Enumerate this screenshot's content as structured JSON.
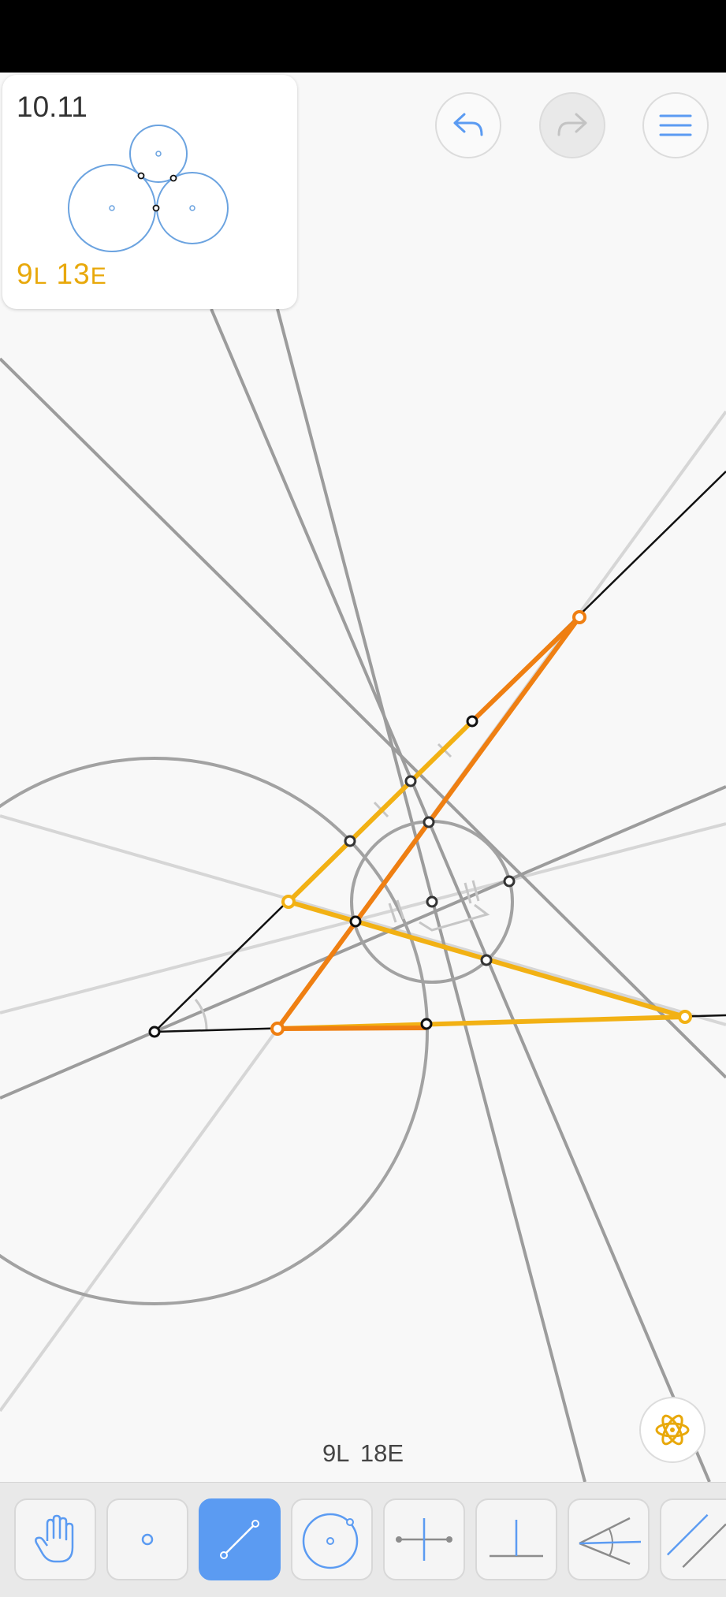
{
  "level": {
    "number": "10.11",
    "target_L": "9",
    "target_L_unit": "L",
    "target_E": "13",
    "target_E_unit": "E"
  },
  "move_counter": "9L  18E",
  "buttons": {
    "undo": "undo-icon",
    "redo": "redo-icon",
    "menu": "menu-icon",
    "hint": "atom-hint-icon"
  },
  "tools": [
    {
      "name": "move",
      "icon": "hand-icon",
      "active": false
    },
    {
      "name": "point",
      "icon": "point-icon",
      "active": false
    },
    {
      "name": "line",
      "icon": "line-icon",
      "active": true
    },
    {
      "name": "circle",
      "icon": "circle-icon",
      "active": false
    },
    {
      "name": "perpendicular-bisector",
      "icon": "perpendicular-bisector-icon",
      "active": false
    },
    {
      "name": "perpendicular",
      "icon": "perpendicular-icon",
      "active": false
    },
    {
      "name": "angle-bisector",
      "icon": "angle-bisector-icon",
      "active": false
    },
    {
      "name": "parallel",
      "icon": "parallel-icon",
      "active": false
    }
  ],
  "colors": {
    "accent_blue": "#5b9bf2",
    "gold": "#e8a80a",
    "orange": "#ef7f12",
    "yellow_segment": "#f2b114",
    "construction_gray": "#9c9c9c"
  }
}
